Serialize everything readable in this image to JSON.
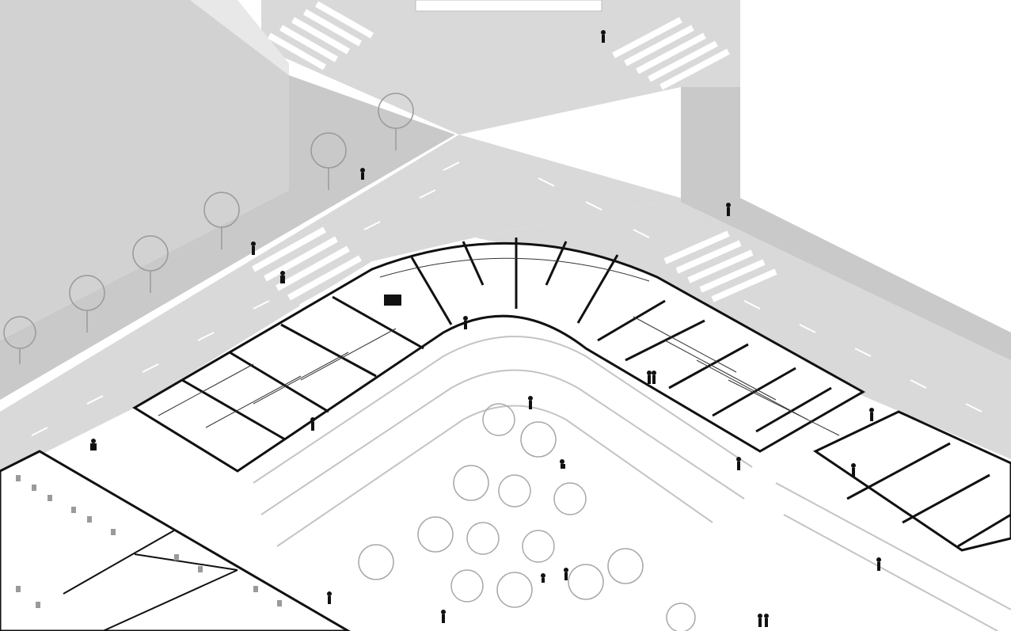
{
  "drawing": {
    "style": "isometric axonometric architectural drawing",
    "palette": {
      "background": "#ffffff",
      "road": "#d9d9d9",
      "sidewalk": "#c9c9c9",
      "block_top": "#d2d2d2",
      "block_side": "#e6e6e6",
      "lane_marking": "#ffffff",
      "wall": "#111111",
      "light_line": "#c4c4c4",
      "tree": "#9a9a9a",
      "figure": "#111111"
    },
    "elements": {
      "intersection": "road-intersection",
      "crosswalk_count": 4,
      "building": "curved-courtyard-building",
      "courtyard_trees": 14,
      "street_trees": 6,
      "pedestrians": 22
    }
  }
}
